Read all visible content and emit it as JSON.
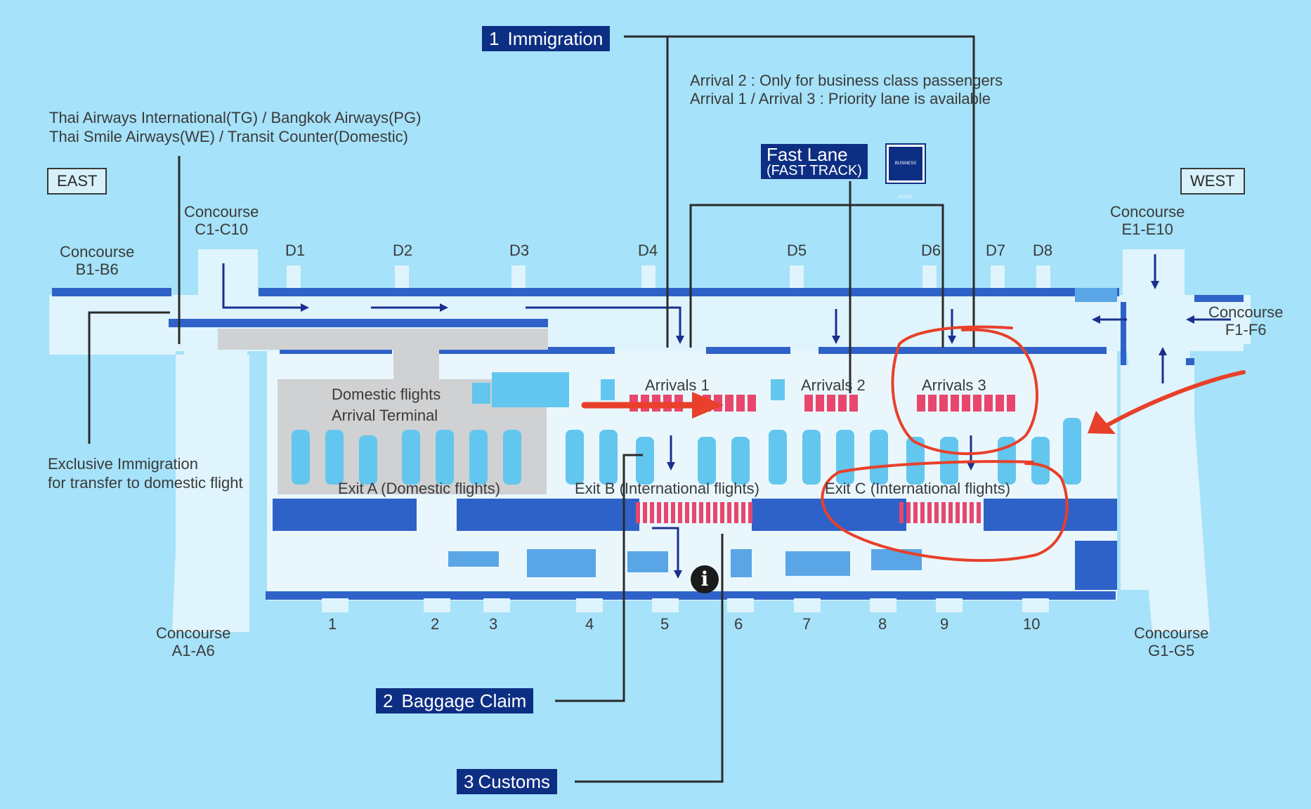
{
  "steps": {
    "immigration": {
      "num": "1",
      "label": "Immigration"
    },
    "baggage": {
      "num": "2",
      "label": "Baggage Claim"
    },
    "customs": {
      "num": "3",
      "label": "Customs"
    }
  },
  "notes": {
    "arrival2": "Arrival 2 : Only for business class passengers",
    "arrival13": "Arrival 1 / Arrival 3 : Priority lane is available"
  },
  "airlines": {
    "line1": "Thai Airways International(TG) / Bangkok Airways(PG)",
    "line2": "Thai Smile Airways(WE) / Transit Counter(Domestic)"
  },
  "fast_lane": {
    "line1": "Fast Lane",
    "line2": "(FAST TRACK)",
    "badge": "BUSINESS CLASS"
  },
  "directions": {
    "east": "EAST",
    "west": "WEST"
  },
  "concourses": {
    "c": {
      "line1": "Concourse",
      "line2": "C1-C10"
    },
    "b": {
      "line1": "Concourse",
      "line2": "B1-B6"
    },
    "e": {
      "line1": "Concourse",
      "line2": "E1-E10"
    },
    "f": {
      "line1": "Concourse",
      "line2": "F1-F6"
    },
    "a": {
      "line1": "Concourse",
      "line2": "A1-A6"
    },
    "g": {
      "line1": "Concourse",
      "line2": "G1-G5"
    }
  },
  "gates": [
    "D1",
    "D2",
    "D3",
    "D4",
    "D5",
    "D6",
    "D7",
    "D8"
  ],
  "arrivals": [
    "Arrivals 1",
    "Arrivals 2",
    "Arrivals 3"
  ],
  "domestic_terminal": {
    "line1": "Domestic flights",
    "line2": "Arrival Terminal"
  },
  "exclusive_immigration": {
    "line1": "Exclusive Immigration",
    "line2": "for transfer to domestic flight"
  },
  "exits": [
    "Exit A (Domestic flights)",
    "Exit B (International flights)",
    "Exit C (International flights)"
  ],
  "doors": [
    "1",
    "2",
    "3",
    "4",
    "5",
    "6",
    "7",
    "8",
    "9",
    "10"
  ],
  "info_icon": "i",
  "colors": {
    "background": "#a6e2f9",
    "floor": "#dff4fc",
    "wall": "#2f62c8",
    "navy": "#0d2f83",
    "domestic_area": "#cfd1d3",
    "counters": "#e8466d",
    "seating": "#63c6ee",
    "annotation_red": "#e8402a",
    "leader_line": "#2a2a2a"
  }
}
